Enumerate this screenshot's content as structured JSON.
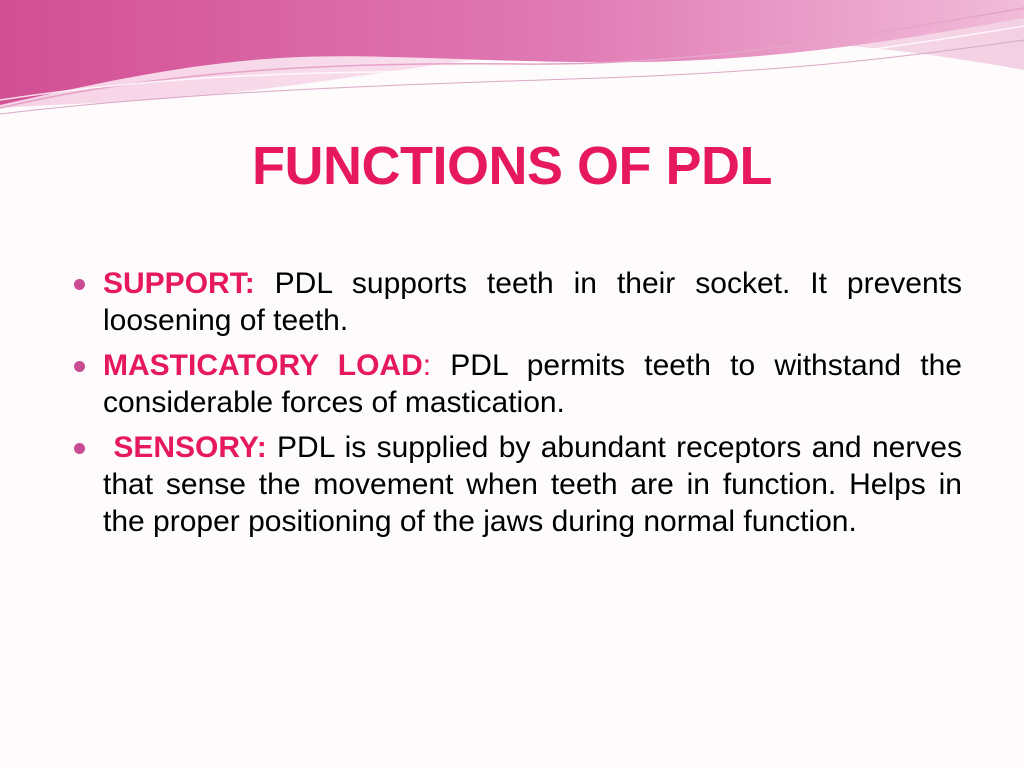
{
  "colors": {
    "accent": "#e6195f",
    "bullet_dot": "#c94b92",
    "wave_dark": "#d24f94",
    "wave_mid": "#e48bbd",
    "wave_light": "#f4cde3"
  },
  "slide": {
    "title": "FUNCTIONS OF PDL",
    "bullets": [
      {
        "term": "SUPPORT:",
        "separator": "",
        "text": " PDL supports teeth in their socket. It prevents loosening of teeth."
      },
      {
        "term": "MASTICATORY LOAD",
        "separator": ":",
        "text": " PDL permits teeth to withstand the considerable forces of mastication."
      },
      {
        "term": " SENSORY:",
        "separator": "",
        "text": " PDL is supplied by abundant receptors and nerves that sense the movement when teeth are in function. Helps in the proper positioning of the jaws during normal function."
      }
    ]
  }
}
